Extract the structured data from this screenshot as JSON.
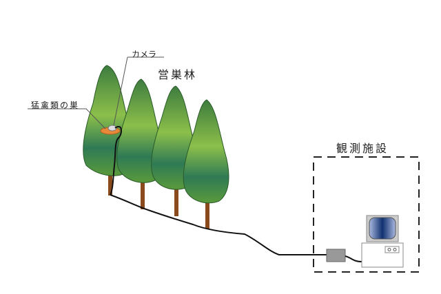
{
  "labels": {
    "camera": "カメラ",
    "forest": "営巣林",
    "nest": "猛禽類の巣",
    "facility": "観測施設"
  },
  "colors": {
    "tree_dark": "#2f6e3a",
    "tree_light": "#8cbf4a",
    "trunk": "#8b4a1c",
    "nest": "#e8893a",
    "monitor_screen": "#1e3f86"
  }
}
